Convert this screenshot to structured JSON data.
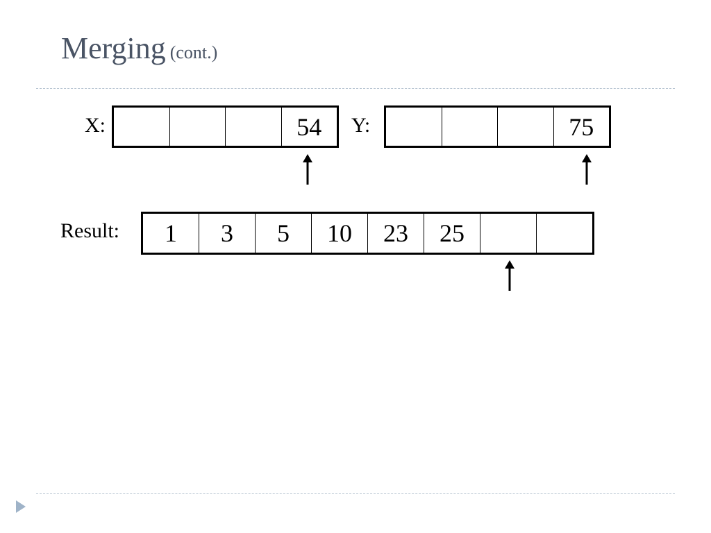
{
  "slide": {
    "title": "Merging",
    "subtitle": "(cont.)"
  },
  "arrays": {
    "x": {
      "label": "X:",
      "cells": [
        "",
        "",
        "",
        "54"
      ]
    },
    "y": {
      "label": "Y:",
      "cells": [
        "",
        "",
        "",
        "75"
      ]
    },
    "result": {
      "label": "Result:",
      "cells": [
        "1",
        "3",
        "5",
        "10",
        "23",
        "25",
        "",
        ""
      ]
    }
  },
  "pointers": {
    "x_index": 3,
    "y_index": 3,
    "result_index": 6
  },
  "icons": {
    "slide_marker": "play-triangle-icon"
  },
  "colors": {
    "title": "#4a5465",
    "rule": "#b7c4d1",
    "marker": "#9fb3c8"
  }
}
